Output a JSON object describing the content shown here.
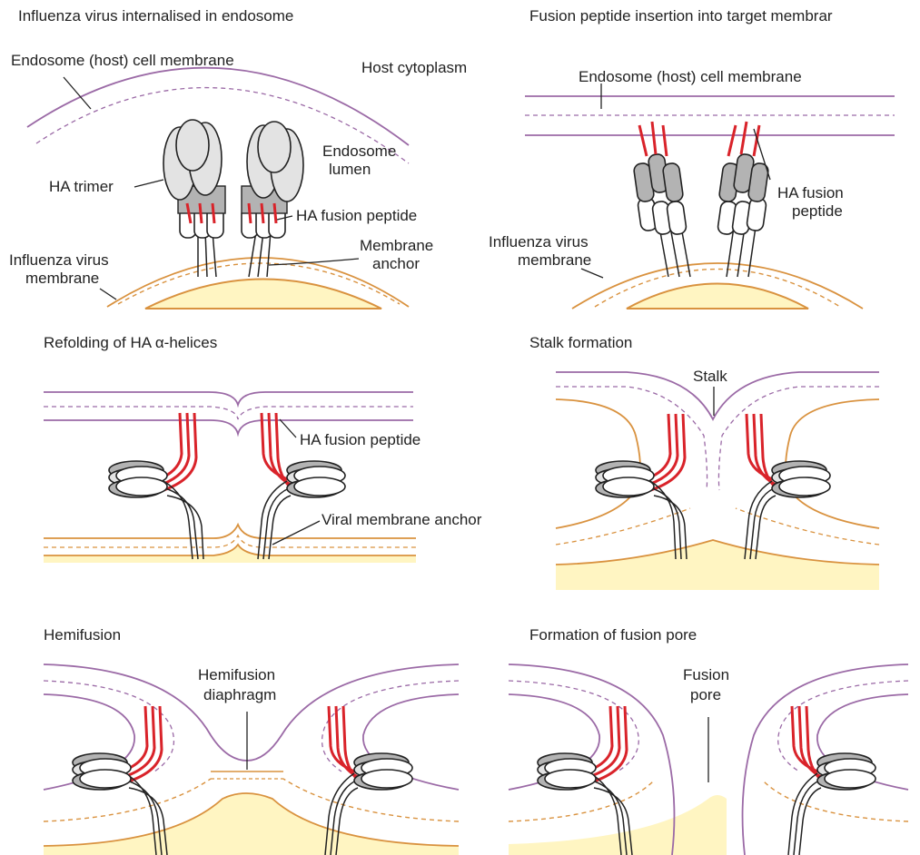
{
  "colors": {
    "host_membrane": "#9b6aa6",
    "virus_membrane": "#d9923f",
    "virus_interior": "#fff5c2",
    "fusion_peptide": "#d9232a",
    "ha_light": "#e3e3e3",
    "ha_dark": "#b3b3b3",
    "line": "#222222"
  },
  "panels": [
    {
      "title": "Influenza virus internalised in endosome",
      "labels": {
        "endosome_membrane": "Endosome (host) cell membrane",
        "host_cytoplasm": "Host cytoplasm",
        "endosome": "Endosome",
        "lumen": "lumen",
        "ha_trimer": "HA trimer",
        "ha_fusion_peptide": "HA fusion peptide",
        "membrane": "Membrane",
        "anchor": "anchor",
        "influenza_virus": "Influenza virus",
        "virus_membrane": "membrane"
      }
    },
    {
      "title": "Fusion peptide insertion into target membrar",
      "labels": {
        "endosome_membrane": "Endosome (host) cell membrane",
        "ha_fusion": "HA fusion",
        "peptide": "peptide",
        "influenza_virus": "Influenza virus",
        "virus_membrane": "membrane"
      }
    },
    {
      "title": "Refolding of HA α-helices",
      "labels": {
        "ha_fusion_peptide": "HA fusion peptide",
        "viral_membrane_anchor": "Viral membrane anchor"
      }
    },
    {
      "title": "Stalk formation",
      "labels": {
        "stalk": "Stalk"
      }
    },
    {
      "title": "Hemifusion",
      "labels": {
        "hemifusion": "Hemifusion",
        "diaphragm": "diaphragm"
      }
    },
    {
      "title": "Formation of fusion pore",
      "labels": {
        "fusion": "Fusion",
        "pore": "pore"
      }
    }
  ]
}
